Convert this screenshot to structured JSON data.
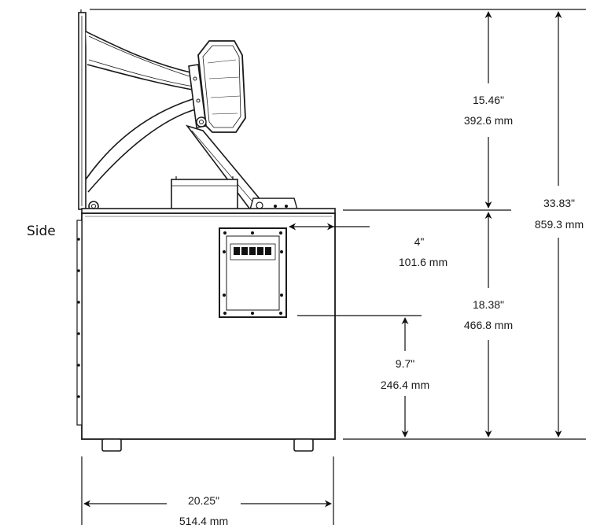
{
  "view_label": "Side",
  "dimensions": {
    "horn_height": {
      "imperial": "15.46\"",
      "metric": "392.6 mm"
    },
    "overall_height": {
      "imperial": "33.83\"",
      "metric": "859.3 mm"
    },
    "panel_offset": {
      "imperial": "4\"",
      "metric": "101.6 mm"
    },
    "cabinet_height": {
      "imperial": "18.38\"",
      "metric": "466.8 mm"
    },
    "panel_height": {
      "imperial": "9.7\"",
      "metric": "246.4 mm"
    },
    "overall_width": {
      "imperial": "20.25\"",
      "metric": "514.4 mm"
    }
  }
}
